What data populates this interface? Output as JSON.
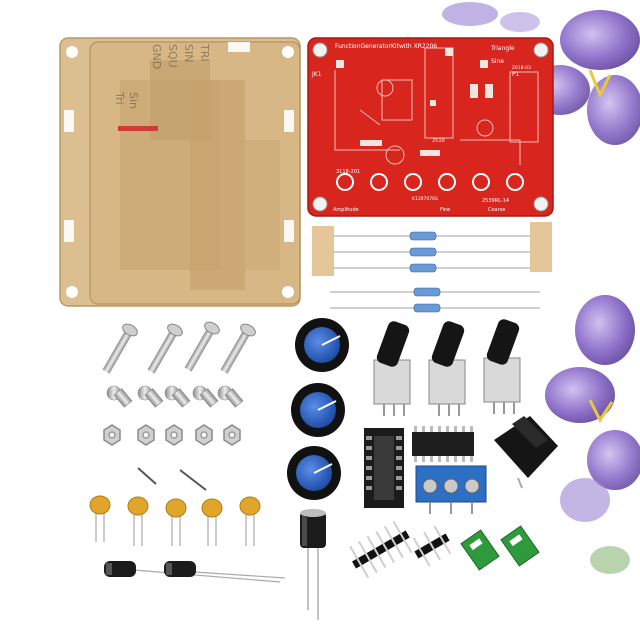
{
  "pcb": {
    "title": "FunctionGeneratorKitwith XR2206",
    "jk1": "JK1",
    "sw_triangle": "Triangle",
    "sw_sine": "Sine",
    "p1": "P1",
    "version": "2018-03",
    "ic_code": "2510",
    "label_amplitude": "Amplitude",
    "label_fine": "Fine",
    "label_coarse": "Coarse",
    "pot_left": "3118-201",
    "pot_mid": "K1287076S",
    "pot_right": "2539RL-14"
  },
  "acrylic": {
    "labels": [
      "GND",
      "SQU",
      "SIN",
      "TRI"
    ],
    "labels2": [
      "Tri",
      "Sin"
    ]
  },
  "colors": {
    "pcb_red": "#d8261e",
    "acrylic": "#d9b98a",
    "knob_blue": "#2e63c7",
    "terminal_blue": "#2c6fc4",
    "jumper_green": "#2f9a3c",
    "cap_yellow": "#e0a52a",
    "flower_purple": "#6a4ab0"
  }
}
